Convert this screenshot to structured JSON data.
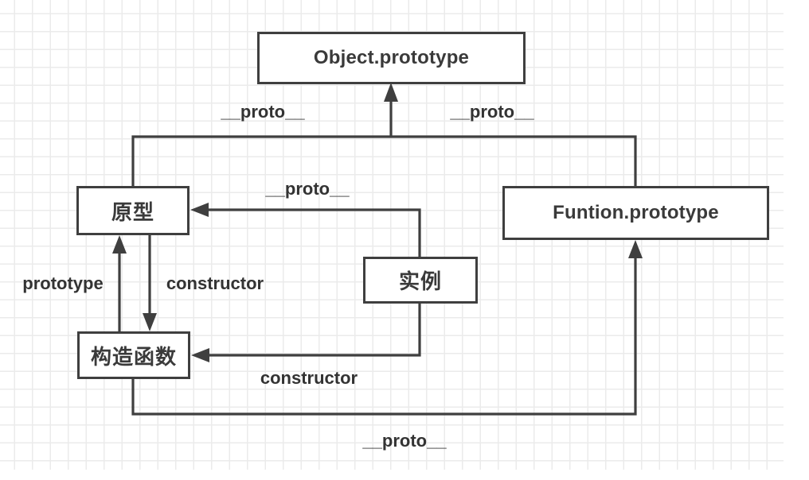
{
  "diagram": {
    "title_hint": "JavaScript prototype chain diagram",
    "nodes": {
      "object_prototype": {
        "label": "Object.prototype"
      },
      "yuanxing": {
        "label": "原型"
      },
      "funtion_prototype": {
        "label": "Funtion.prototype"
      },
      "shili": {
        "label": "实例"
      },
      "gouzaohanshu": {
        "label": "构造函数"
      }
    },
    "edge_labels": {
      "proto_top_left": "__proto__",
      "proto_top_right": "__proto__",
      "proto_mid": "__proto__",
      "prototype_left": "prototype",
      "constructor_mid": "constructor",
      "constructor_bottom": "constructor",
      "proto_bottom": "__proto__"
    },
    "colors": {
      "line": "#3f3f3f",
      "text": "#333333",
      "grid": "#ebebeb",
      "background": "#ffffff"
    }
  }
}
